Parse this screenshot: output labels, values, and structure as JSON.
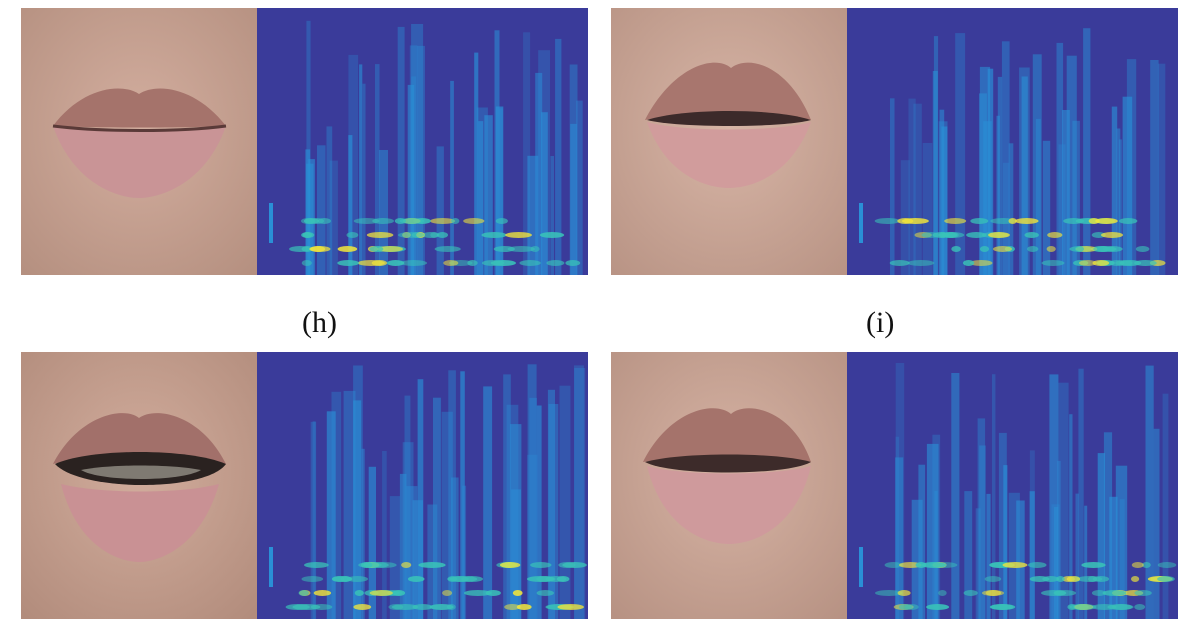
{
  "figure": {
    "panels": [
      {
        "id": "top-left",
        "mouth": "closed",
        "caption": "(h)"
      },
      {
        "id": "top-right",
        "mouth": "slightly-open",
        "caption": "(i)"
      },
      {
        "id": "bottom-left",
        "mouth": "open-teeth",
        "caption": ""
      },
      {
        "id": "bottom-right",
        "mouth": "slightly-open",
        "caption": ""
      }
    ]
  },
  "colors": {
    "skin": "#c9a393",
    "upper_lip": "#a5736b",
    "lower_lip": "#c99496",
    "spectrogram_background": "#3a3b9a",
    "spectrogram_mid": "#2a8fd6",
    "spectrogram_high": "#f2e63a"
  }
}
